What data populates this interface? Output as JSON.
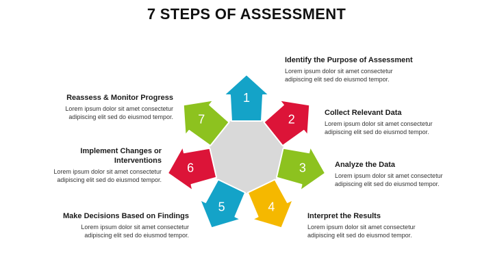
{
  "title": "7 STEPS OF ASSESSMENT",
  "center_color": "#d9d9d9",
  "steps": [
    {
      "number": "1",
      "color": "#14a3c8",
      "heading": "Identify the Purpose of Assessment",
      "desc": "Lorem ipsum dolor sit amet consectetur\nadipiscing elit sed do eiusmod tempor."
    },
    {
      "number": "2",
      "color": "#dc1438",
      "heading": "Collect Relevant Data",
      "desc": "Lorem ipsum dolor sit amet consectetur\nadipiscing elit sed do eiusmod tempor."
    },
    {
      "number": "3",
      "color": "#8dc21f",
      "heading": "Analyze the Data",
      "desc": "Lorem ipsum dolor sit amet consectetur\nadipiscing elit sed do eiusmod tempor."
    },
    {
      "number": "4",
      "color": "#f5b800",
      "heading": "Interpret the Results",
      "desc": "Lorem ipsum dolor sit amet consectetur\nadipiscing elit sed do eiusmod tempor."
    },
    {
      "number": "5",
      "color": "#14a3c8",
      "heading": "Make Decisions Based on Findings",
      "desc": "Lorem ipsum dolor sit amet consectetur\nadipiscing elit sed do eiusmod tempor."
    },
    {
      "number": "6",
      "color": "#dc1438",
      "heading": "Implement Changes or\nInterventions",
      "desc": "Lorem ipsum dolor sit amet consectetur\nadipiscing elit sed do eiusmod tempor."
    },
    {
      "number": "7",
      "color": "#8dc21f",
      "heading": "Reassess & Monitor Progress",
      "desc": "Lorem ipsum dolor sit amet consectetur\nadipiscing elit sed do eiusmod tempor."
    }
  ]
}
